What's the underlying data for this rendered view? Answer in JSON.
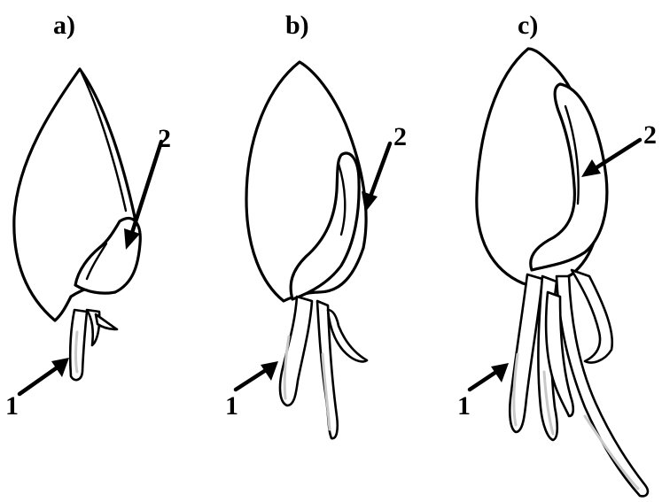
{
  "panels": [
    {
      "label": "a)"
    },
    {
      "label": "b)"
    },
    {
      "label": "c)"
    }
  ],
  "callouts": {
    "root": "1",
    "coleoptile": "2"
  }
}
